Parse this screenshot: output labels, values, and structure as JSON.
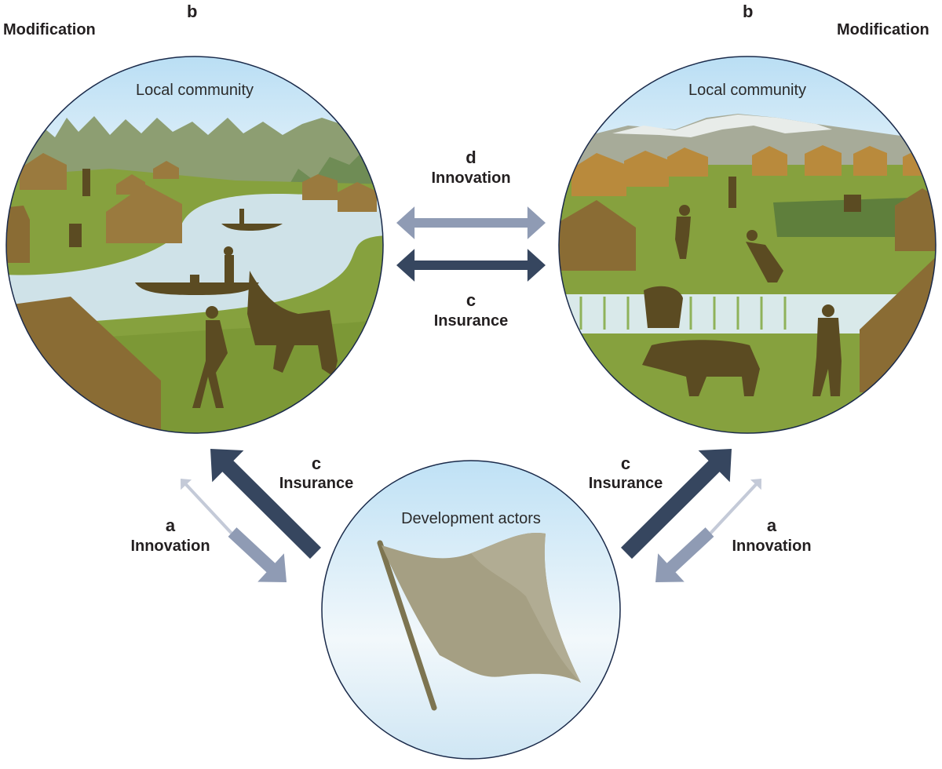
{
  "labels": {
    "modification_left": "Modification",
    "modification_right": "Modification",
    "b_left": "b",
    "b_right": "b",
    "d_letter": "d",
    "d_word": "Innovation",
    "c_mid_letter": "c",
    "c_mid_word": "Insurance",
    "c_left_letter": "c",
    "c_left_word": "Insurance",
    "c_right_letter": "c",
    "c_right_word": "Insurance",
    "a_left_letter": "a",
    "a_left_word": "Innovation",
    "a_right_letter": "a",
    "a_right_word": "Innovation"
  },
  "circles": {
    "left_title": "Local community",
    "right_title": "Local community",
    "bottom_title": "Development actors"
  },
  "colors": {
    "insurance_arrow": "#36465f",
    "innovation_arrow": "#8f9bb4",
    "innovation_arrow_light": "#c4cad8",
    "sky_top": "#b7dcf2",
    "grass": "#7f9a3a",
    "river": "#cfe3ea",
    "silhouette": "#5b4b22",
    "hut": "#9a7a3e",
    "flag": "#a59f83"
  }
}
